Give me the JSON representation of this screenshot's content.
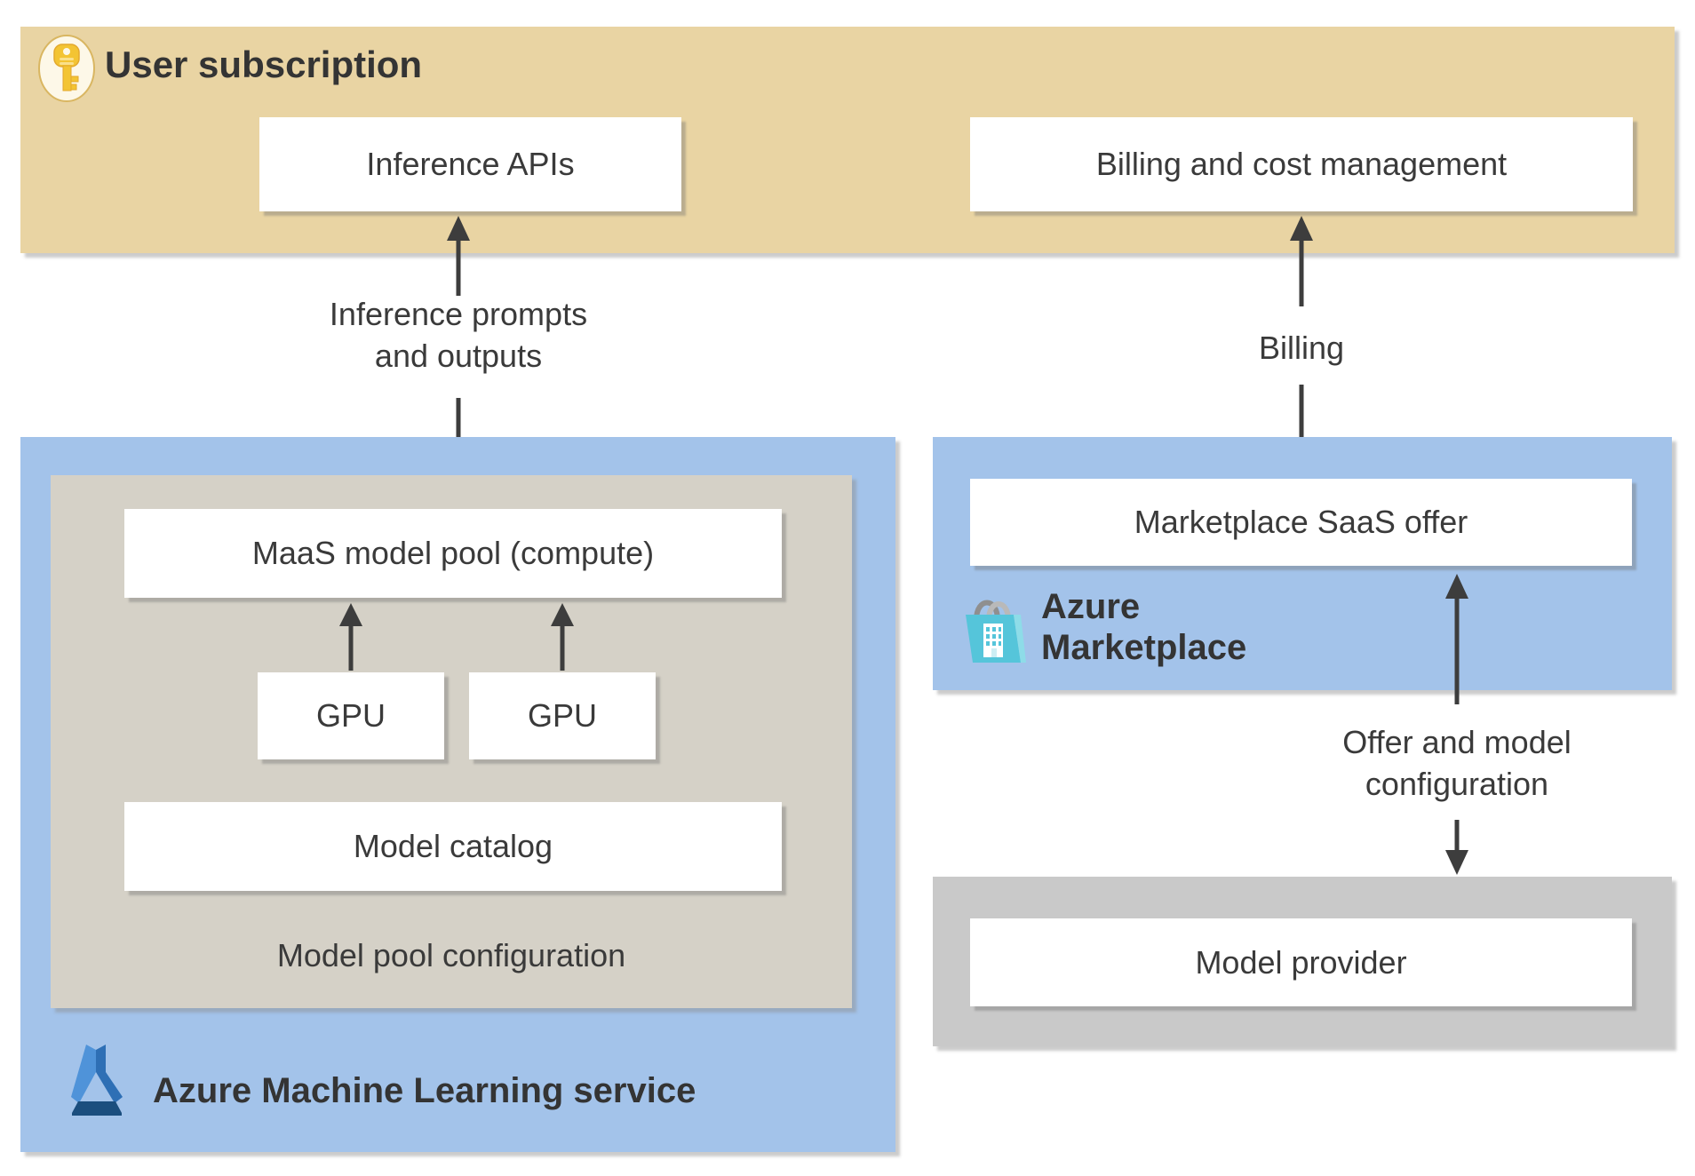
{
  "colors": {
    "user_subscription_bg": "#e9d4a3",
    "azure_blue_bg": "#a3c3ea",
    "model_pool_bg": "#d5d1c7",
    "model_provider_bg": "#c9c9c9",
    "box_bg": "#ffffff",
    "arrow": "#3d3d3d",
    "text": "#3a3a3a"
  },
  "user_subscription": {
    "title": "User subscription",
    "key_icon": "key-icon",
    "inference_apis_label": "Inference APIs",
    "billing_label": "Billing and cost management"
  },
  "flow_labels": {
    "inference_line1": "Inference prompts",
    "inference_line2": "and outputs",
    "billing": "Billing",
    "offer_line1": "Offer and model",
    "offer_line2": "configuration"
  },
  "aml": {
    "title": "Azure Machine Learning service",
    "logo_icon": "azure-ml-flask-icon",
    "maas_pool_label": "MaaS model pool (compute)",
    "gpu_left_label": "GPU",
    "gpu_right_label": "GPU",
    "model_catalog_label": "Model catalog",
    "pool_config_label": "Model pool configuration"
  },
  "marketplace": {
    "title_line1": "Azure",
    "title_line2": "Marketplace",
    "bag_icon": "shopping-bag-icon",
    "saas_offer_label": "Marketplace SaaS offer"
  },
  "model_provider": {
    "label": "Model provider"
  }
}
